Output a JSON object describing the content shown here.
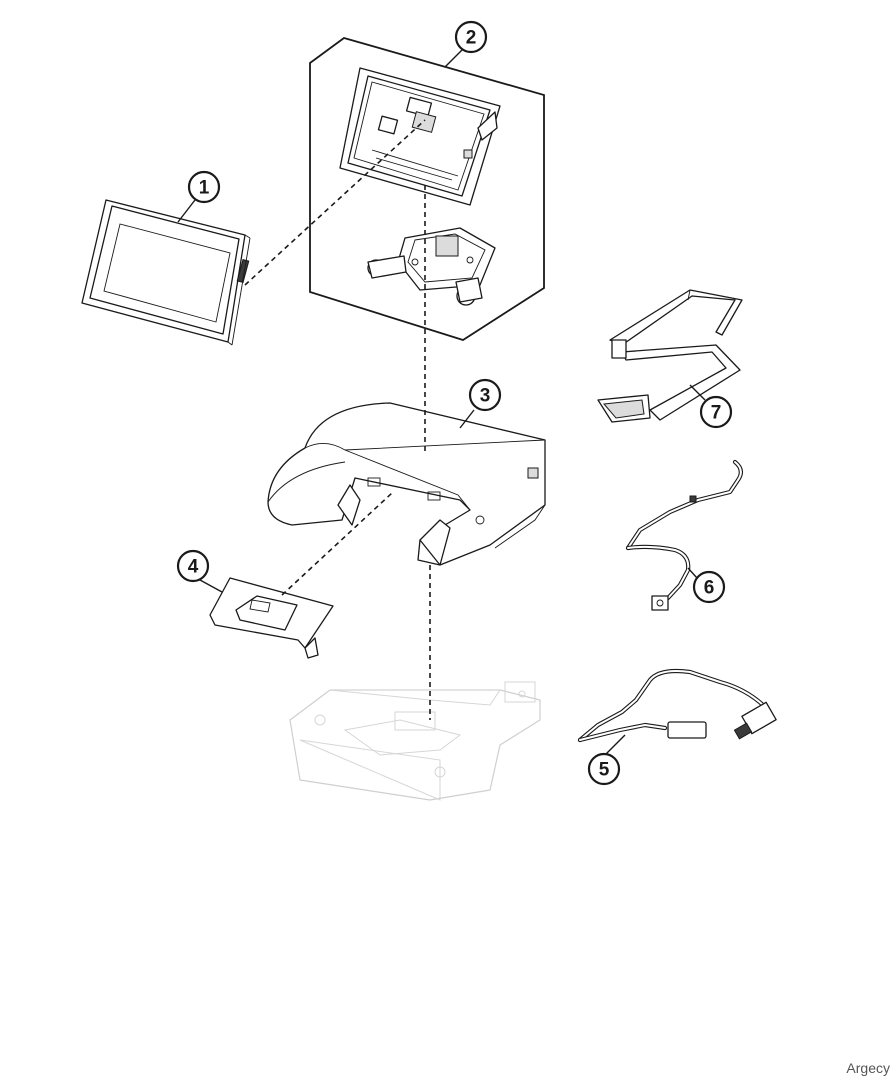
{
  "callouts": [
    {
      "id": "1",
      "label": "1"
    },
    {
      "id": "2",
      "label": "2"
    },
    {
      "id": "3",
      "label": "3"
    },
    {
      "id": "4",
      "label": "4"
    },
    {
      "id": "5",
      "label": "5"
    },
    {
      "id": "6",
      "label": "6"
    },
    {
      "id": "7",
      "label": "7"
    }
  ],
  "watermark": "Argecy"
}
